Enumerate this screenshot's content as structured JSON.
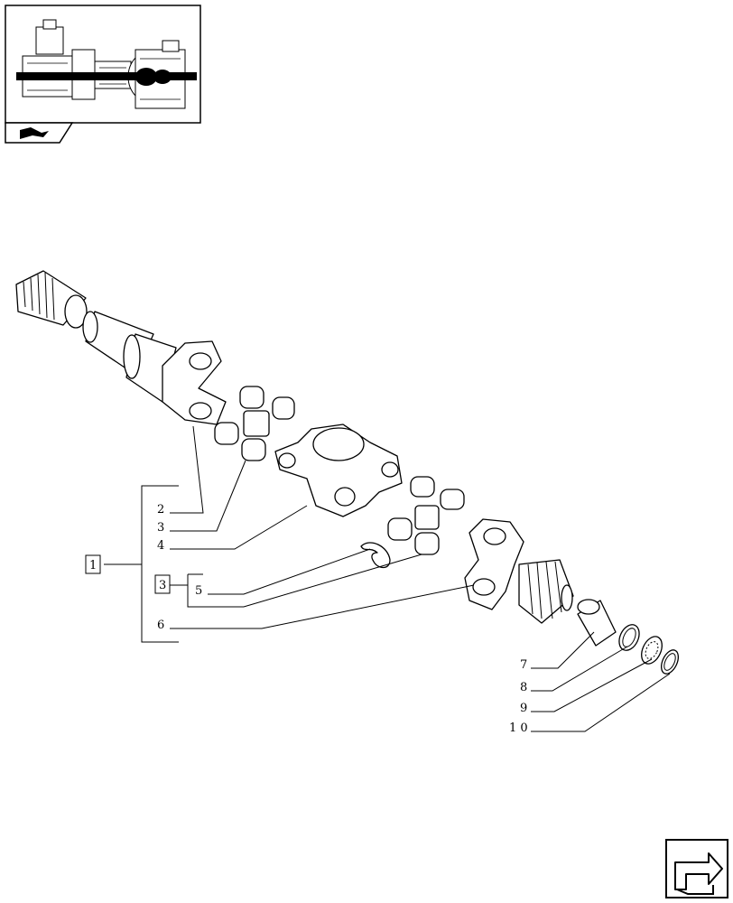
{
  "diagram": {
    "callouts": [
      {
        "id": "1",
        "text": "1",
        "boxed": true
      },
      {
        "id": "2",
        "text": "2"
      },
      {
        "id": "3a",
        "text": "3"
      },
      {
        "id": "4",
        "text": "4"
      },
      {
        "id": "3b",
        "text": "3",
        "boxed": true
      },
      {
        "id": "5",
        "text": "5"
      },
      {
        "id": "6",
        "text": "6"
      },
      {
        "id": "7",
        "text": "7"
      },
      {
        "id": "8",
        "text": "8"
      },
      {
        "id": "9",
        "text": "9"
      },
      {
        "id": "10",
        "text": "1 0"
      }
    ]
  },
  "icons": {
    "thumbnail": "axle-assembly-thumbnail",
    "thumbnail_tab": "axle-tab-icon",
    "nav": "next-page-arrow-icon"
  }
}
